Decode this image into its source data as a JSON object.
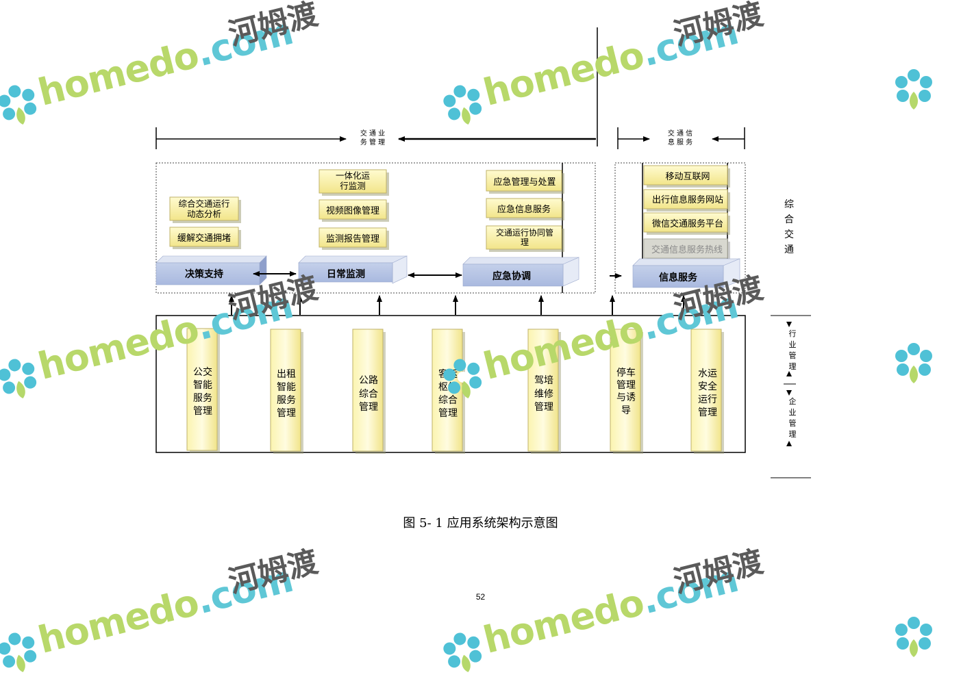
{
  "diagram": {
    "top_labels": {
      "traffic_business_line1": "交 通 业",
      "traffic_business_line2": "务 管 理",
      "traffic_info_line1": "交 通 信",
      "traffic_info_line2": "息 服 务"
    },
    "platforms": {
      "decision": "决策支持",
      "monitoring": "日常监测",
      "emergency": "应急协调",
      "info": "信息服务"
    },
    "decision_items": [
      "综合交通运行",
      "动态分析",
      "缓解交通拥堵"
    ],
    "monitoring_items": [
      "一体化运",
      "行监测",
      "视频图像管理",
      "监测报告管理"
    ],
    "emergency_items": [
      "应急管理与处置",
      "应急信息服务",
      "交通运行协同管",
      "理"
    ],
    "info_items": [
      "移动互联网",
      "出行信息服务网站",
      "微信交通服务平台",
      "交通信息服务热线"
    ],
    "side_label": [
      "综",
      "合",
      "交",
      "通"
    ],
    "industry_label": [
      "行",
      "业",
      "管",
      "理"
    ],
    "enterprise_label": [
      "企",
      "业",
      "管",
      "理"
    ],
    "columns": [
      [
        "公交",
        "智能",
        "服务",
        "管理"
      ],
      [
        "出租",
        "智能",
        "服务",
        "管理"
      ],
      [
        "公路",
        "综合",
        "管理"
      ],
      [
        "客运",
        "枢纽",
        "综合",
        "管理"
      ],
      [
        "驾培",
        "维修",
        "管理"
      ],
      [
        "停车",
        "管理",
        "与诱",
        "导"
      ],
      [
        "水运",
        "安全",
        "运行",
        "管理"
      ]
    ]
  },
  "caption": "图 5- 1 应用系统架构示意图",
  "page_number": "52",
  "watermark": {
    "brand": "homedo",
    "domain": ".com",
    "cn": "河姆渡"
  }
}
